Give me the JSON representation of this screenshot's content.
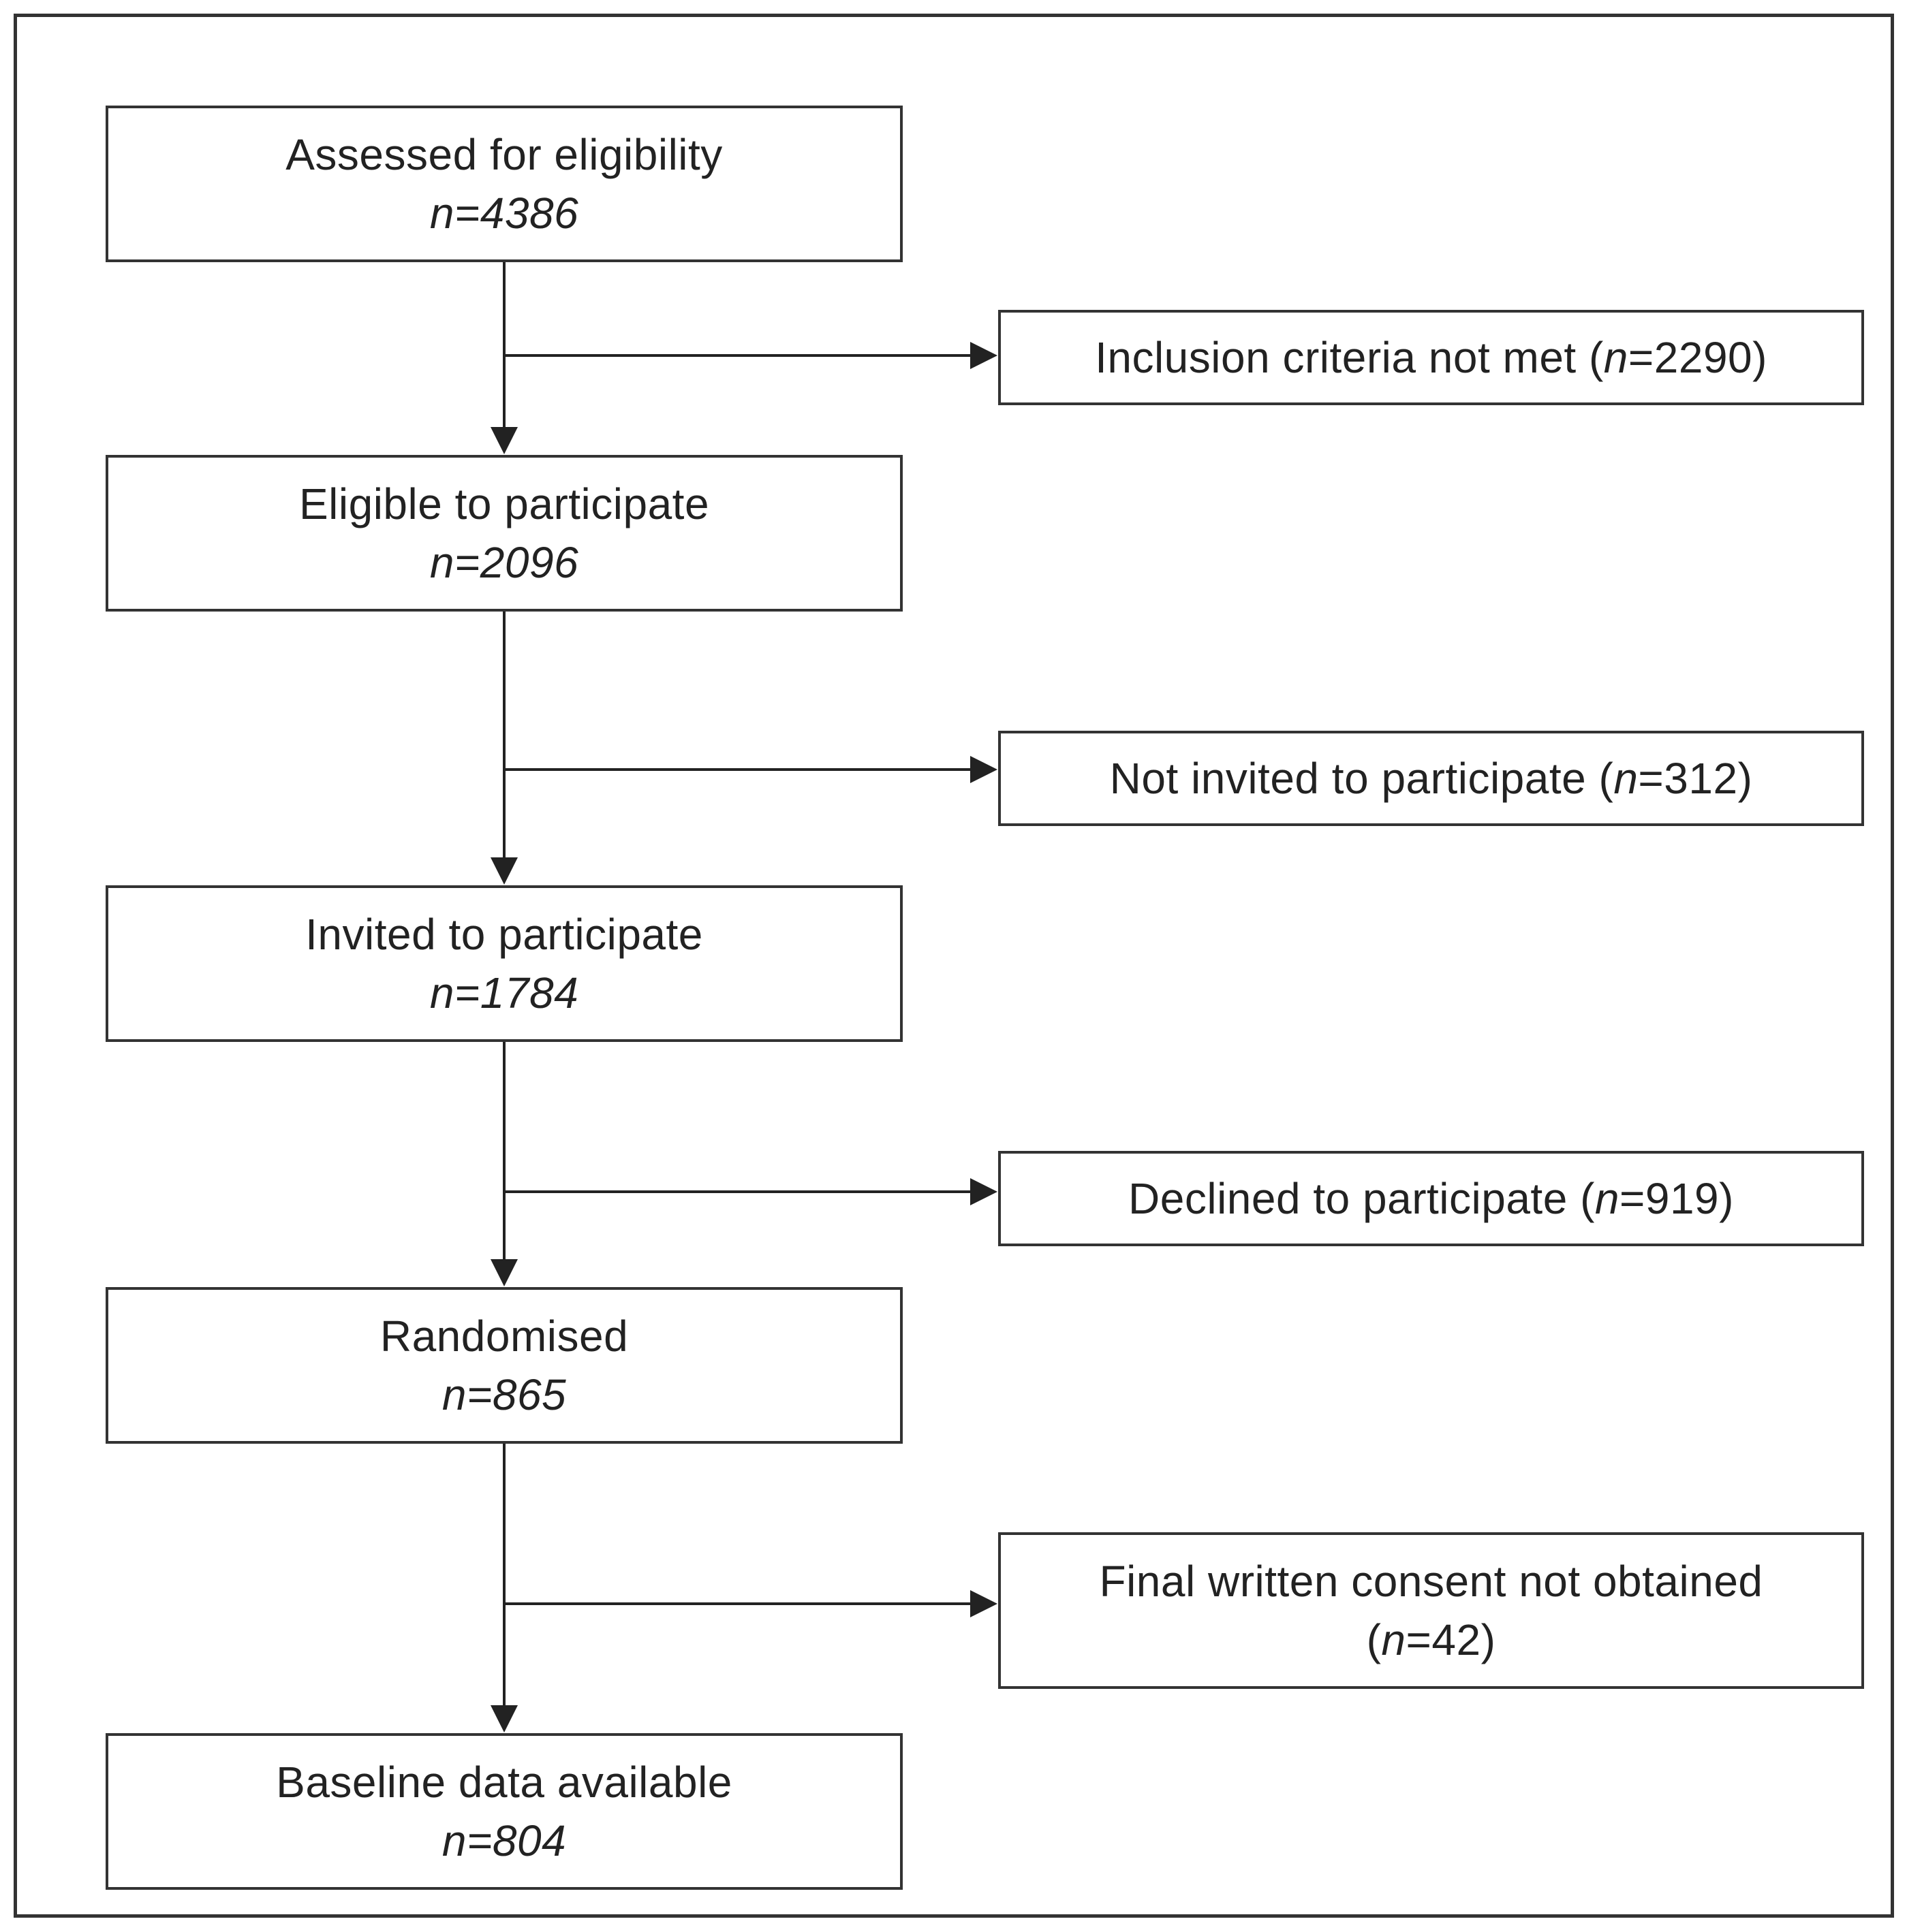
{
  "steps": [
    {
      "label": "Assessed for eligibility",
      "count": "n=4386"
    },
    {
      "label": "Eligible to participate",
      "count": "n=2096"
    },
    {
      "label": "Invited to participate",
      "count": "n=1784"
    },
    {
      "label": "Randomised",
      "count": "n=865"
    },
    {
      "label": "Baseline data available",
      "count": "n=804"
    }
  ],
  "exclusions": [
    {
      "label": "Inclusion criteria not met",
      "n_letter": "n",
      "value": "=2290"
    },
    {
      "label": "Not invited to participate",
      "n_letter": "n",
      "value": "=312"
    },
    {
      "label": "Declined to participate",
      "n_letter": "n",
      "value": "=919"
    },
    {
      "label": "Final written consent not obtained",
      "n_letter": "n",
      "value": "=42"
    }
  ],
  "punct": {
    "open": "(",
    "close": ")"
  }
}
